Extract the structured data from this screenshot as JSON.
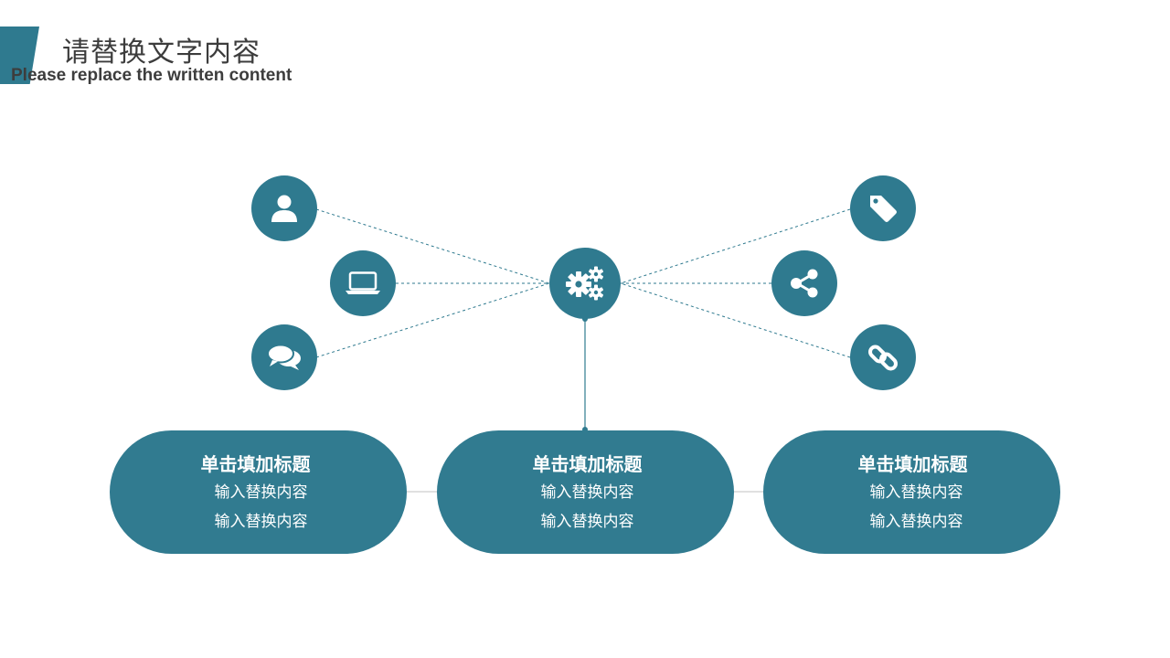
{
  "header": {
    "title": "请替换文字内容",
    "subtitle": "Please replace the written content"
  },
  "colors": {
    "accent": "#2f7a8f",
    "pill": "#317b90",
    "connector": "#2f7a8f",
    "divider": "#d6d6d6"
  },
  "icons": {
    "center": "gears-icon",
    "left": [
      "user-icon",
      "laptop-icon",
      "chat-bubbles-icon"
    ],
    "right": [
      "tag-icon",
      "share-icon",
      "link-icon"
    ]
  },
  "cards": [
    {
      "title": "单击填加标题",
      "line1": "输入替换内容",
      "line2": "输入替换内容"
    },
    {
      "title": "单击填加标题",
      "line1": "输入替换内容",
      "line2": "输入替换内容"
    },
    {
      "title": "单击填加标题",
      "line1": "输入替换内容",
      "line2": "输入替换内容"
    }
  ]
}
